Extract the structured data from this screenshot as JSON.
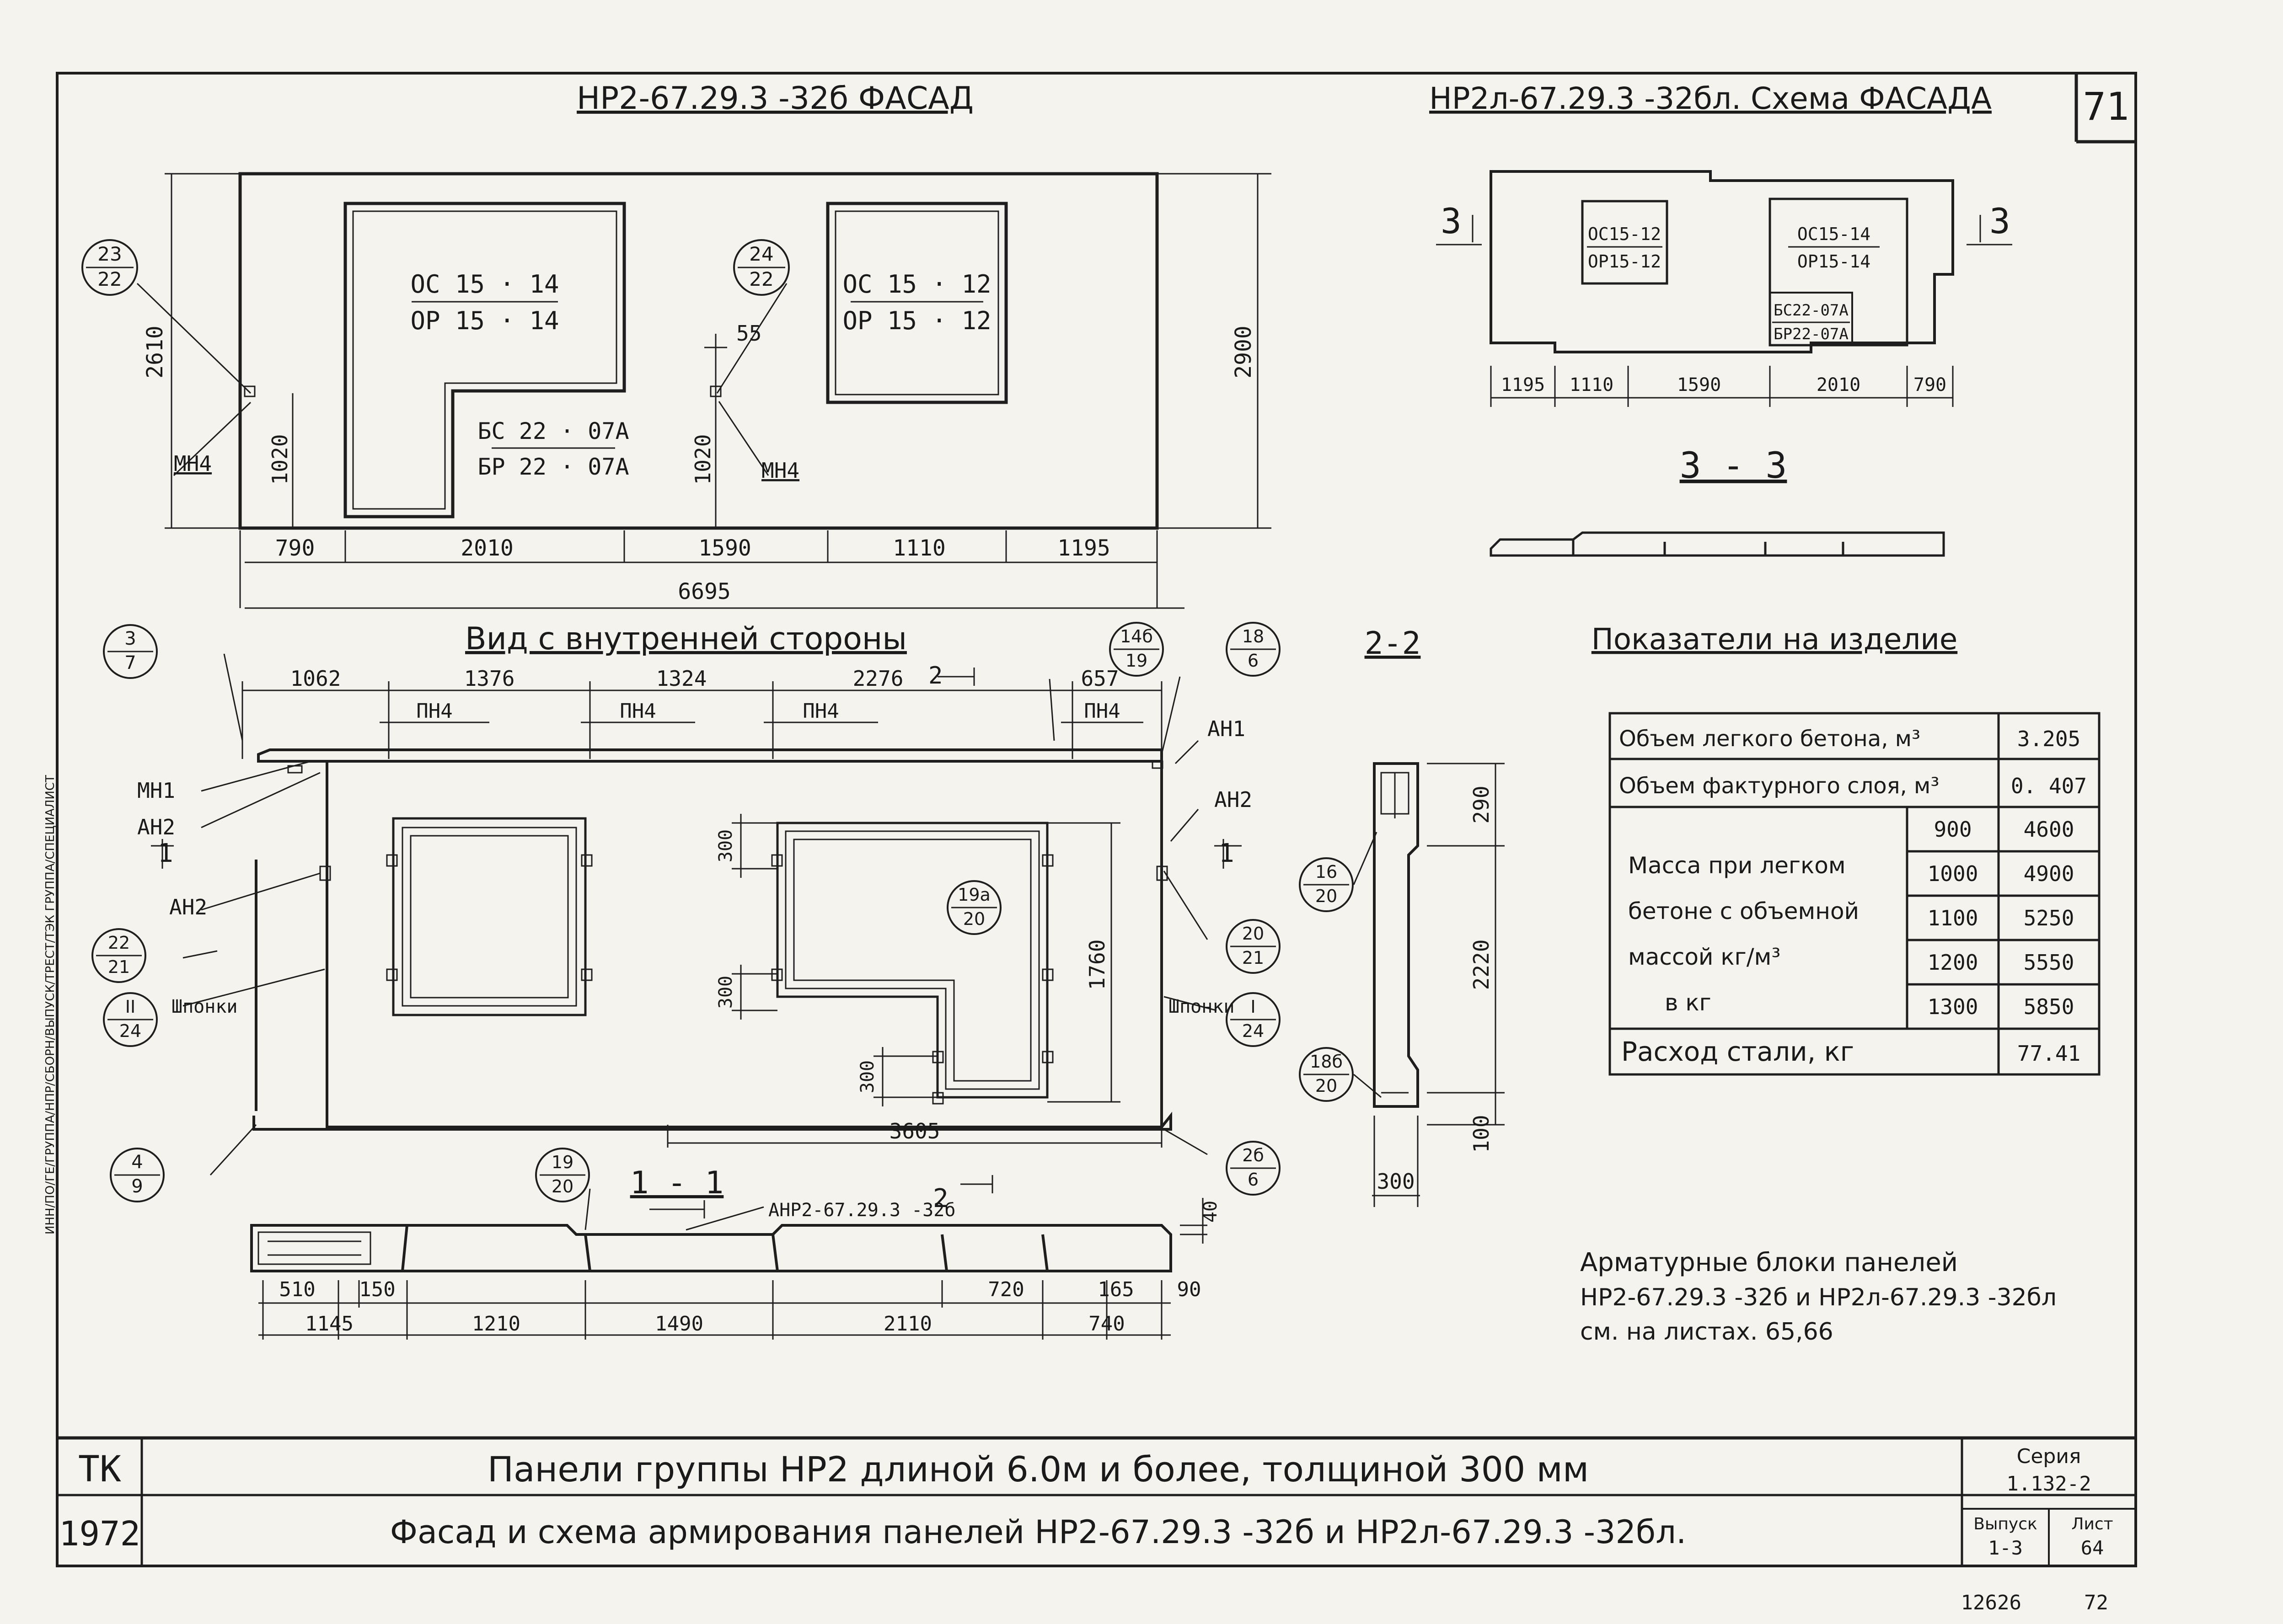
{
  "sheet_no": "71",
  "facade": {
    "title": "НР2-67.29.3 -32б ФАСАД",
    "win1": [
      "ОС 15 · 14",
      "ОР 15 · 14"
    ],
    "win2": [
      "ОС 15 · 12",
      "ОР 15 · 12"
    ],
    "door": [
      "БС 22 · 07А",
      "БР 22 · 07А"
    ],
    "dim_bottom": [
      "790",
      "2010",
      "1590",
      "1110",
      "1195"
    ],
    "total": "6695",
    "h_left": "2610",
    "h_right": "2900",
    "h1020_a": "1020",
    "h1020_b": "1020",
    "d55": "55",
    "mn4": "МН4",
    "c1": [
      "23",
      "22"
    ],
    "c2": [
      "24",
      "22"
    ]
  },
  "scheme": {
    "title": "НР2л-67.29.3 -32бл. Схема ФАСАДА",
    "win1": [
      "ОС15-12",
      "ОР15-12"
    ],
    "win2": [
      "ОС15-14",
      "ОР15-14"
    ],
    "door": [
      "БС22-07А",
      "БР22-07А"
    ],
    "dims": [
      "1195",
      "1110",
      "1590",
      "2010",
      "790"
    ],
    "sec": "3",
    "sec33": "3 - 3"
  },
  "inner": {
    "title": "Вид с внутренней стороны",
    "top_dims": [
      "1062",
      "1376",
      "1324",
      "2276",
      "657"
    ],
    "pn": "ПН4",
    "labels": {
      "mn1": "МН1",
      "an2a": "АН2",
      "an2b": "АН2",
      "an1": "АН1",
      "an2r": "АН2",
      "shp_l": "Шпонки",
      "shp_r": "Шпонки",
      "s1a": "1",
      "s1b": "1",
      "sec2": "2"
    },
    "d300a": "300",
    "d300b": "300",
    "d300c": "300",
    "d1760": "1760",
    "d3605": "3605",
    "circles": {
      "c37": [
        "3",
        "7"
      ],
      "c146": [
        "14б",
        "19"
      ],
      "c186": [
        "18",
        "6"
      ],
      "c2221": [
        "22",
        "21"
      ],
      "cII": [
        "II",
        "24"
      ],
      "c49": [
        "4",
        "9"
      ],
      "c19a": [
        "19а",
        "20"
      ],
      "c2021": [
        "20",
        "21"
      ],
      "cI": [
        "I",
        "24"
      ],
      "c26": [
        "2б",
        "6"
      ]
    }
  },
  "s22": {
    "title": "2-2",
    "dims": [
      "290",
      "2220",
      "100"
    ],
    "width": "300",
    "c1620": [
      "16",
      "20"
    ],
    "c1820": [
      "18б",
      "20"
    ]
  },
  "s11": {
    "title": "1 - 1",
    "ref": "АНР2-67.29.3 -32б",
    "c1920": [
      "19",
      "20"
    ],
    "top_dims": [
      "510",
      "150",
      "720",
      "165",
      "90"
    ],
    "bot_dims": [
      "1145",
      "1210",
      "1490",
      "2110",
      "740"
    ],
    "d40": "40",
    "sec2": "2"
  },
  "indicators": {
    "title": "Показатели на изделие",
    "rows": [
      {
        "label": "Объем легкого бетона, м³",
        "value": "3.205"
      },
      {
        "label": "Объем фактурного слоя, м³",
        "value": "0. 407"
      }
    ],
    "mass_label": [
      "Масса при легком",
      "бетоне с объемной",
      "массой  кг/м³",
      "в кг"
    ],
    "mass": [
      {
        "density": "900",
        "value": "4600"
      },
      {
        "density": "1000",
        "value": "4900"
      },
      {
        "density": "1100",
        "value": "5250"
      },
      {
        "density": "1200",
        "value": "5550"
      },
      {
        "density": "1300",
        "value": "5850"
      }
    ],
    "steel_label": "Расход  стали, кг",
    "steel_value": "77.41"
  },
  "note": [
    "Арматурные блоки панелей",
    "НР2-67.29.3 -32б и НР2л-67.29.3 -32бл",
    "см. на листах. 65,66"
  ],
  "title_block": {
    "tk": "ТК",
    "year": "1972",
    "line1": "Панели  группы  НР2  длиной  6.0м и более,  толщиной  300 мм",
    "line2": "Фасад  и  схема  армирования  панелей  НР2-67.29.3 -32б  и  НР2л-67.29.3 -32бл.",
    "series_label": "Серия",
    "series": "1.132-2",
    "vyp_label": "Выпуск",
    "vyp": "1-3",
    "list_label": "Лист",
    "list": "64"
  },
  "bottom_num": "12626",
  "bottom_num2": "72",
  "margin_text": "ИНН/ПО/ГЕ/ГРУППА/НПР/СБОРН/ВЫПУСК/ТРЕСТ/ТЭК ГРУППА/СПЕЦИАЛИСТ"
}
